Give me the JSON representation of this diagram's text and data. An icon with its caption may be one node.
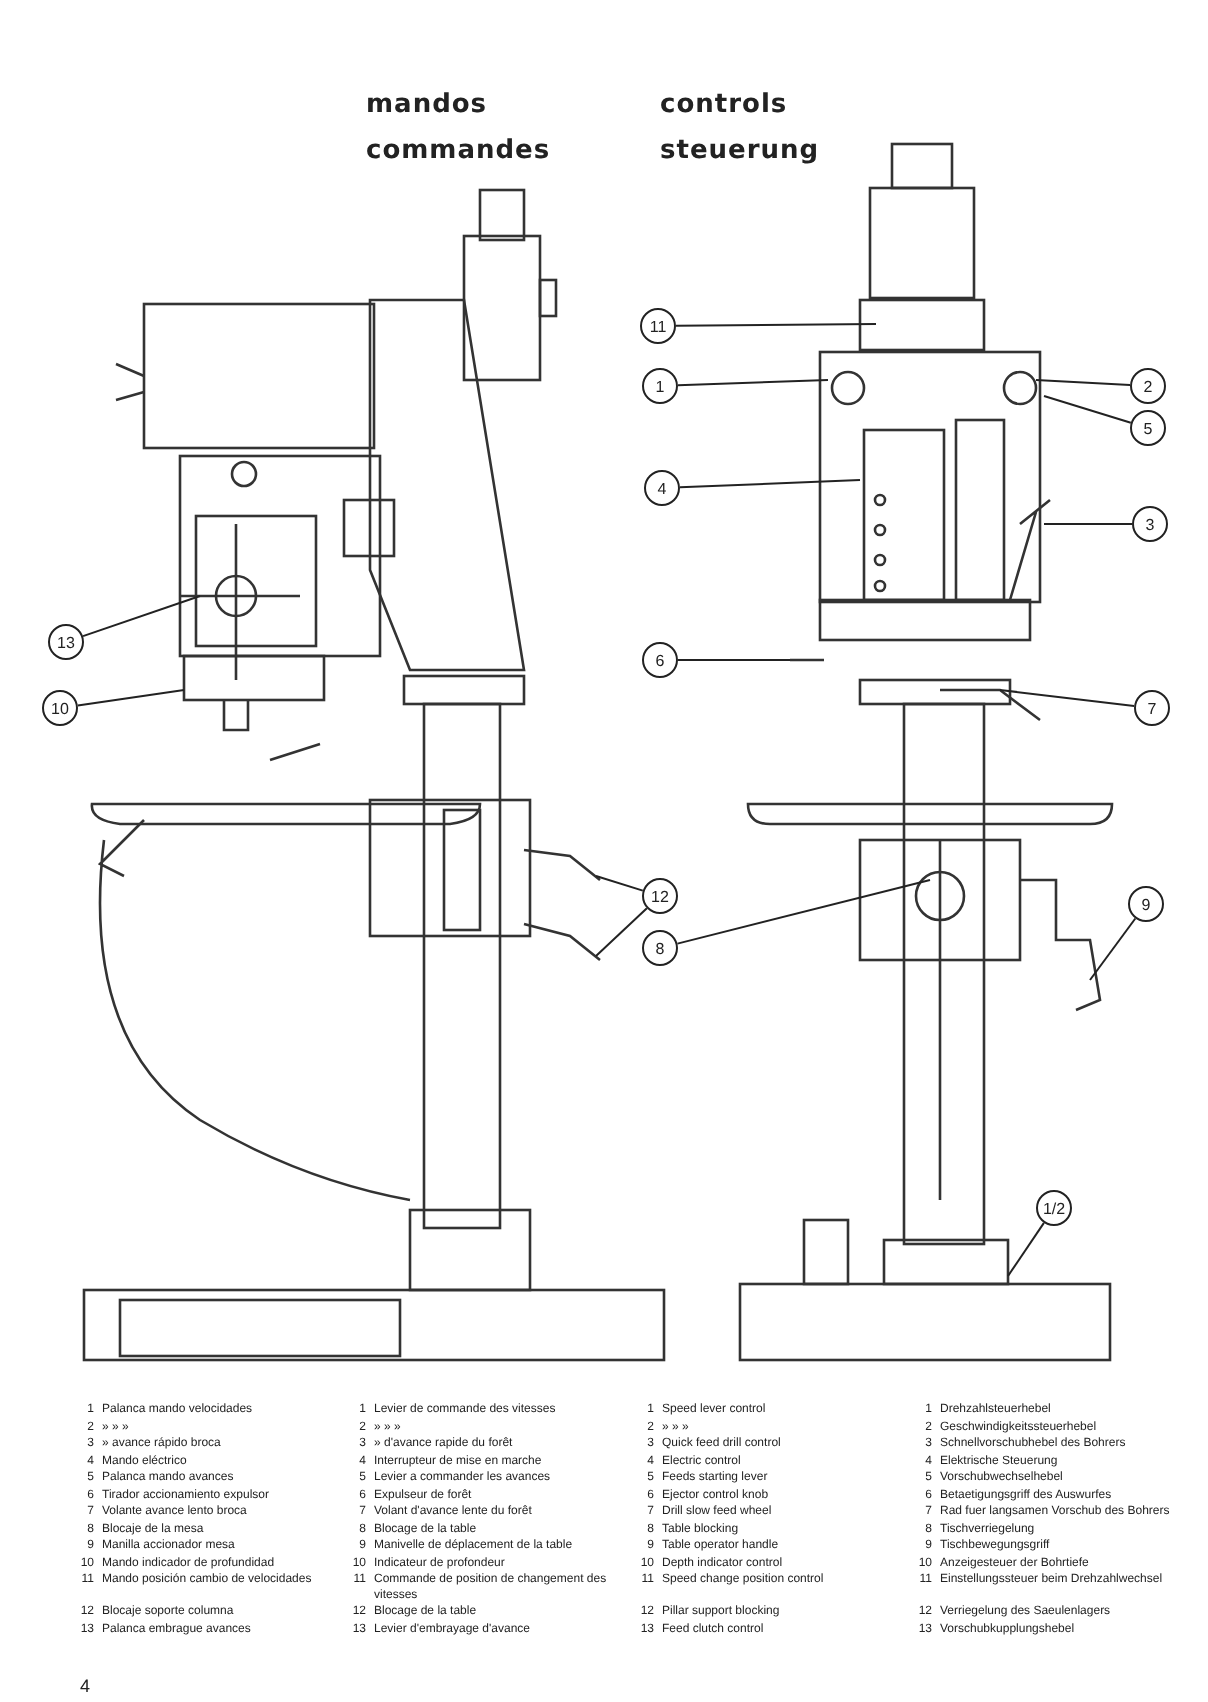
{
  "diagram": {
    "nodes": [
      {
        "text": [
          "11"
        ]
      },
      {
        "text": [
          "1"
        ]
      },
      {
        "text": [
          "2"
        ]
      },
      {
        "text": [
          "5"
        ]
      },
      {
        "text": [
          "4"
        ]
      },
      {
        "text": [
          "3"
        ]
      },
      {
        "text": [
          "13"
        ]
      },
      {
        "text": [
          "6"
        ]
      },
      {
        "text": [
          "10"
        ]
      },
      {
        "text": [
          "7"
        ]
      },
      {
        "text": [
          "12"
        ]
      },
      {
        "text": [
          "9"
        ]
      },
      {
        "text": [
          "8"
        ]
      },
      {
        "text": [
          "1/2"
        ]
      }
    ],
    "edges": [
      {
        "from": 0,
        "to": null,
        "arrow": "none"
      },
      {
        "from": 1,
        "to": null,
        "arrow": "none"
      },
      {
        "from": 2,
        "to": null,
        "arrow": "none"
      },
      {
        "from": 3,
        "to": null,
        "arrow": "none"
      },
      {
        "from": 4,
        "to": null,
        "arrow": "none"
      },
      {
        "from": 5,
        "to": null,
        "arrow": "none"
      },
      {
        "from": 6,
        "to": null,
        "arrow": "none"
      },
      {
        "from": 7,
        "to": null,
        "arrow": "none"
      },
      {
        "from": 8,
        "to": null,
        "arrow": "none"
      },
      {
        "from": 9,
        "to": null,
        "arrow": "none"
      },
      {
        "from": 10,
        "to": null,
        "arrow": "none"
      },
      {
        "from": 10,
        "to": null,
        "arrow": "none"
      },
      {
        "from": 11,
        "to": null,
        "arrow": "none"
      },
      {
        "from": 12,
        "to": null,
        "arrow": "none"
      },
      {
        "from": 13,
        "to": null,
        "arrow": "none"
      }
    ],
    "labels": [
      "mandos",
      "controls",
      "commandes",
      "steuerung",
      "1",
      "Palanca mando velocidades",
      "1",
      "Levier de commande des vitesses",
      "1",
      "Speed lever control",
      "1",
      "Drehzahlsteuerhebel",
      "2",
      "»   »   »",
      "2",
      "»   »   »",
      "2",
      "»   »   »",
      "2",
      "Geschwindigkeitssteuerhebel",
      "3",
      "» avance rápido broca",
      "3",
      "» d'avance rapide du forêt",
      "3",
      "Quick feed drill control",
      "3",
      "Schnellvorschubhebel des Bohrers",
      "4",
      "Mando eléctrico",
      "4",
      "Interrupteur de mise en marche",
      "4",
      "Electric control",
      "4",
      "Elektrische Steuerung",
      "5",
      "Palanca mando avances",
      "5",
      "Levier a commander les avances",
      "5",
      "Feeds starting lever",
      "5",
      "Vorschubwechselhebel",
      "6",
      "Tirador accionamiento expulsor",
      "6",
      "Expulseur de forêt",
      "6",
      "Ejector control knob",
      "6",
      "Betaetigungsgriff des Auswurfes",
      "7",
      "Volante avance lento broca",
      "7",
      "Volant d'avance lente du forêt",
      "7",
      "Drill slow feed wheel",
      "7",
      "Rad fuer langsamen Vorschub des Bohrers",
      "8",
      "Blocaje de la mesa",
      "8",
      "Blocage de la table",
      "8",
      "Table blocking",
      "8",
      "Tischverriegelung",
      "9",
      "Manilla accionador mesa",
      "9",
      "Manivelle de déplacement de la table",
      "9",
      "Table operator handle",
      "9",
      "Tischbewegungsgriff",
      "10",
      "Mando indicador de profundidad",
      "10",
      "Indicateur de profondeur",
      "10",
      "Depth indicator control",
      "10",
      "Anzeigesteuer der Bohrtiefe",
      "11",
      "Mando posición cambio de velocidades",
      "11",
      "Commande de position de changement des vitesses",
      "11",
      "Speed change position control",
      "11",
      "Einstellungssteuer beim Drehzahlwechsel",
      "12",
      "Blocaje soporte columna",
      "12",
      "Blocage de la table",
      "12",
      "Pillar support blocking",
      "12",
      "Verriegelung des Saeulenlagers",
      "13",
      "Palanca embrague avances",
      "13",
      "Levier d'embrayage d'avance",
      "13",
      "Feed clutch control",
      "13",
      "Vorschubkupplungshebel",
      "4"
    ]
  }
}
